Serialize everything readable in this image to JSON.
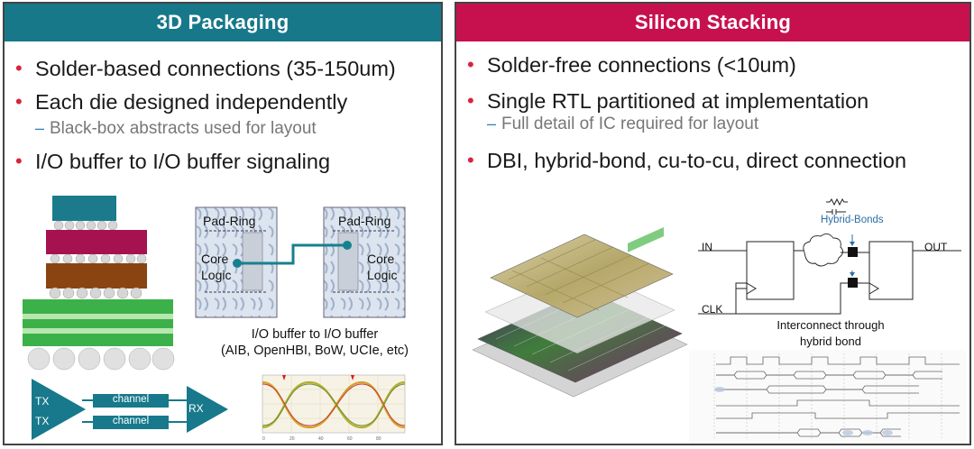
{
  "left": {
    "title": "3D Packaging",
    "bullets": [
      {
        "text": "Solder-based connections (35-150um)"
      },
      {
        "text": "Each die designed independently"
      },
      {
        "text": "Black-box abstracts used for layout",
        "sub": true
      },
      {
        "text": "I/O buffer to I/O buffer signaling"
      }
    ],
    "io_diagram": {
      "die_a_top": "Pad-Ring",
      "die_a_core_1": "Core",
      "die_a_core_2": "Logic",
      "die_b_top": "Pad-Ring",
      "die_b_core_1": "Core",
      "die_b_core_2": "Logic",
      "caption_1": "I/O buffer to I/O buffer",
      "caption_2": "(AIB, OpenHBI, BoW, UCIe, etc)"
    },
    "channel_diagram": {
      "tx_1": "TX",
      "tx_2": "TX",
      "channel_1": "channel",
      "channel_2": "channel",
      "rx": "RX"
    },
    "colors": {
      "header": "#17788a",
      "die_top": "#1b7a8c",
      "die_mid": "#a5124f",
      "die_low": "#8a4412",
      "substrate": "#3cb14a"
    }
  },
  "right": {
    "title": "Silicon Stacking",
    "bullets": [
      {
        "text": "Solder-free connections (<10um)"
      },
      {
        "text": "Single RTL partitioned at implementation"
      },
      {
        "text": "Full detail of IC required for layout",
        "sub": true
      },
      {
        "text": "DBI, hybrid-bond, cu-to-cu, direct connection"
      }
    ],
    "circuit": {
      "hybrid_label": "Hybrid-Bonds",
      "in_label": "IN",
      "out_label": "OUT",
      "clk_label": "CLK",
      "caption_1": "Interconnect through",
      "caption_2": "hybrid bond"
    },
    "colors": {
      "header": "#c7114f",
      "hybrid_label": "#2b6ea8"
    }
  },
  "bullet_color": "#d9233c"
}
